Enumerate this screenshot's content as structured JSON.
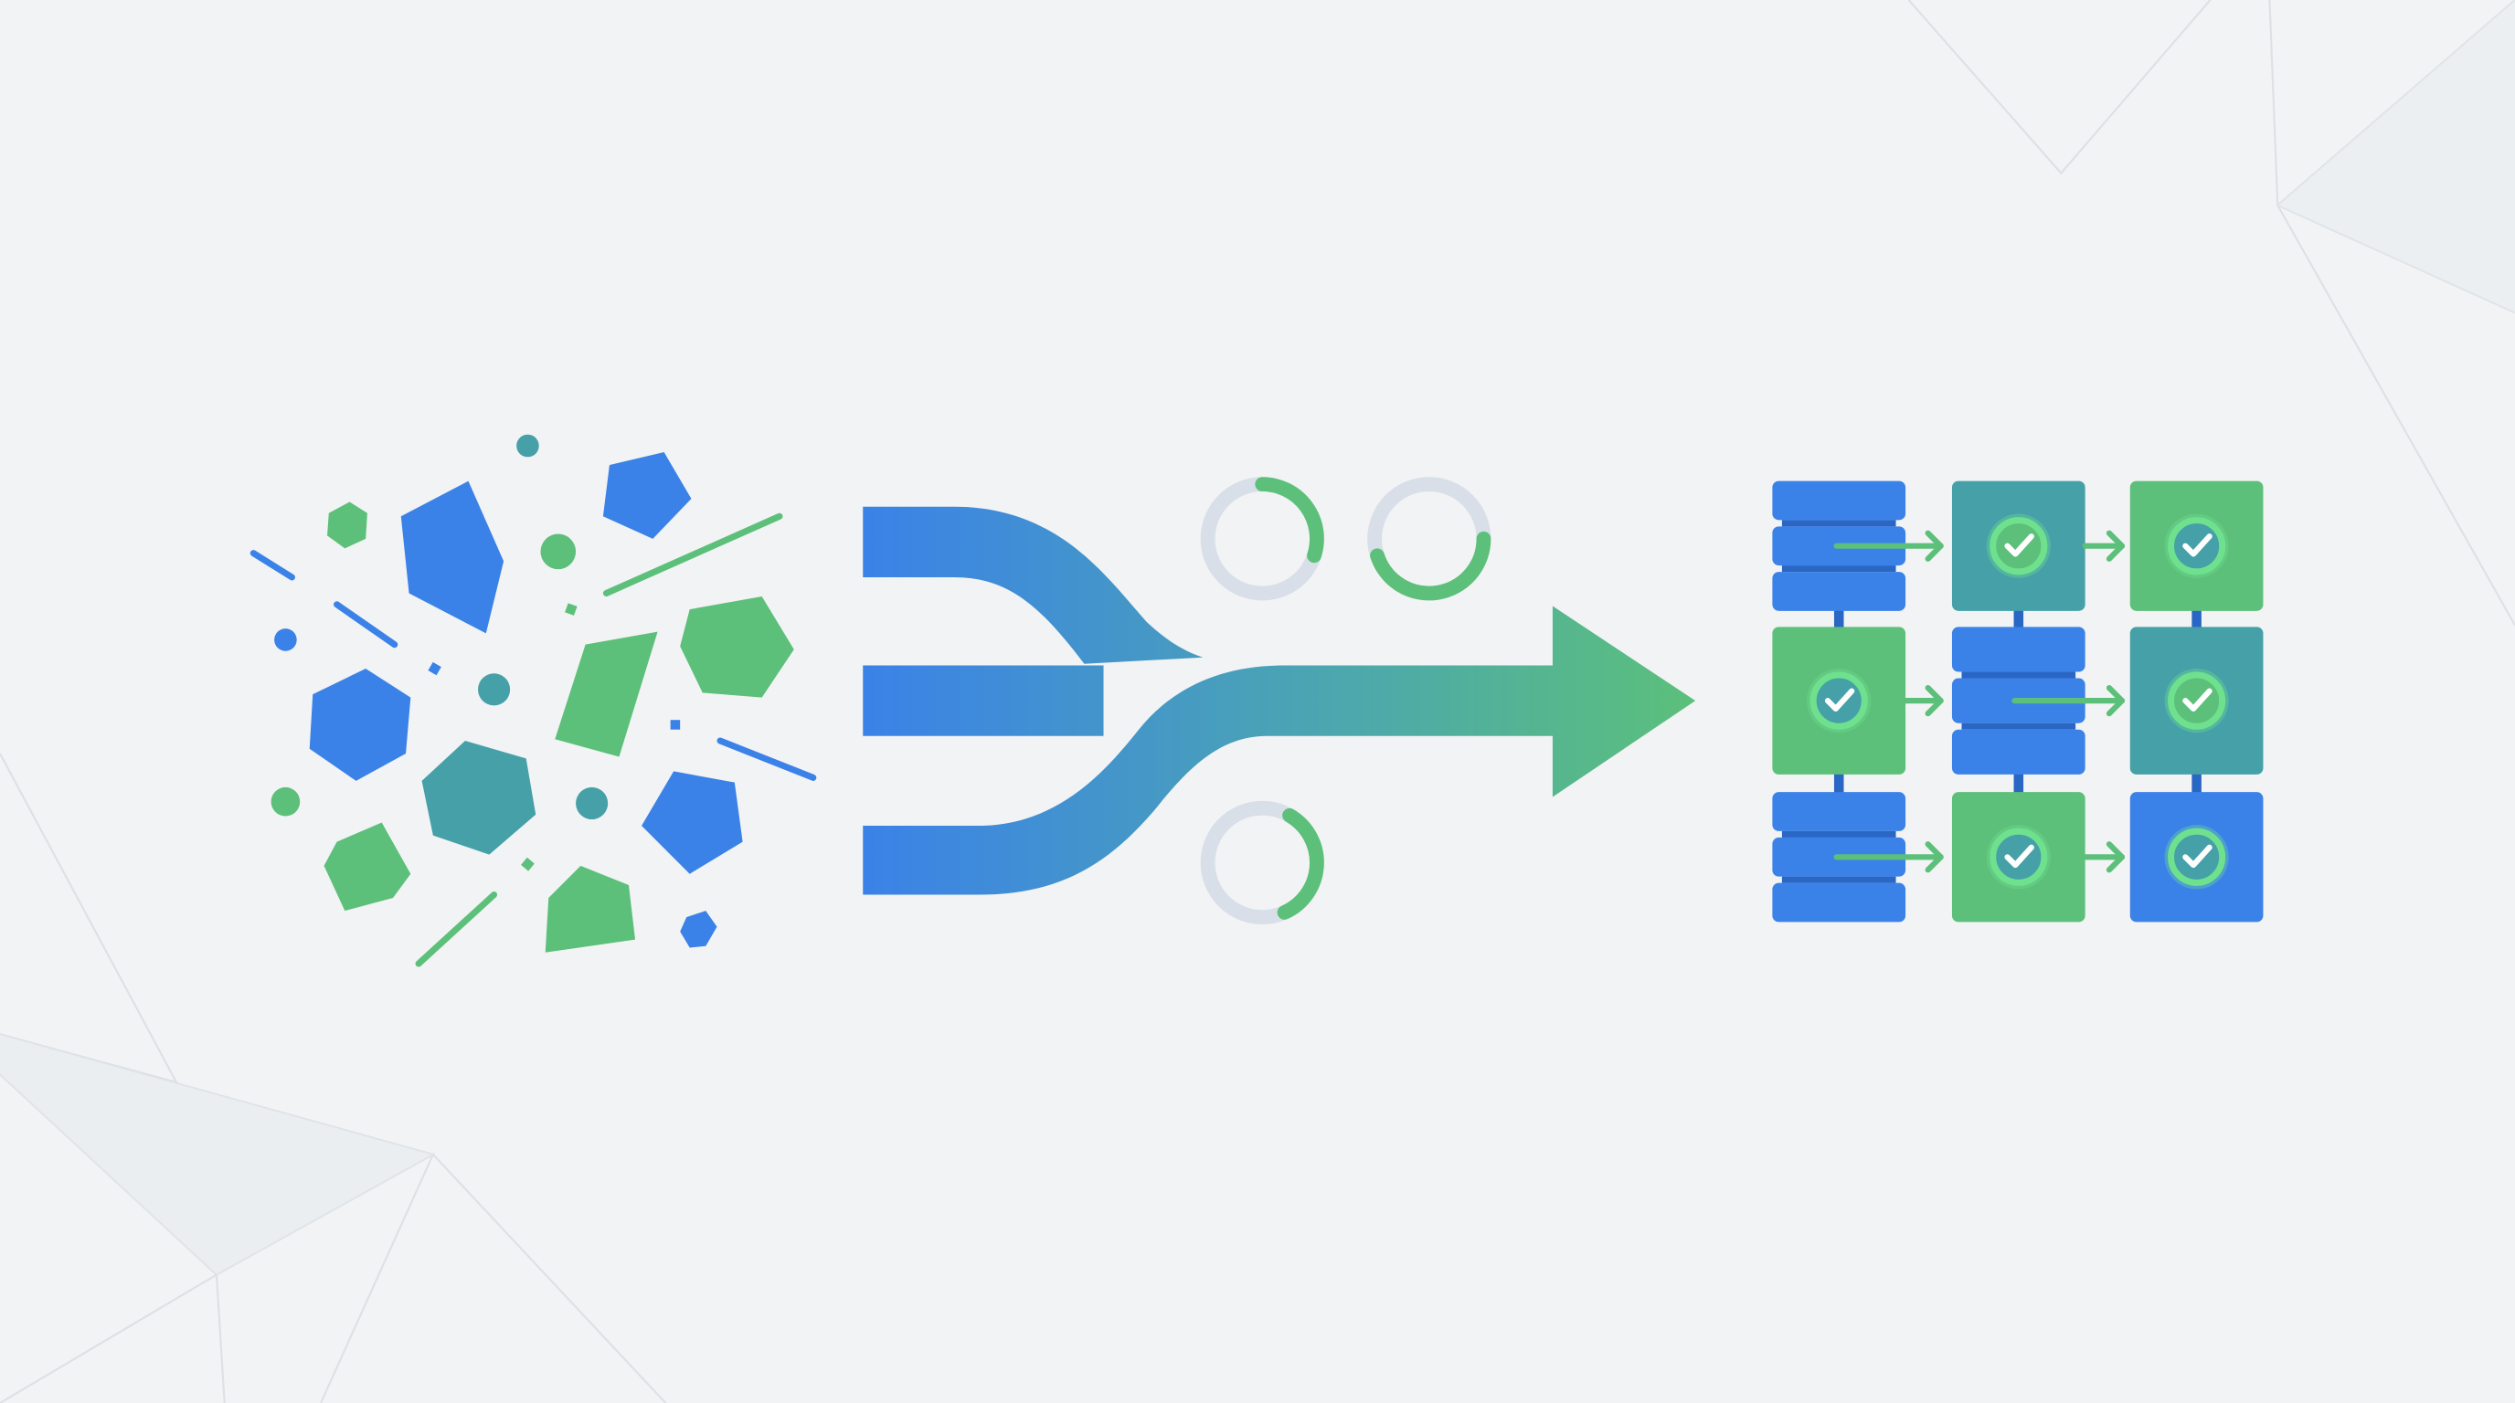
{
  "colors": {
    "background": "#f1f3f4",
    "blue": "#3b82e8",
    "green": "#5cc07a",
    "teal": "#45a0a8",
    "ring_track": "#d8dfe8",
    "check_ring": "#6fe08e"
  },
  "grid": {
    "tiles": [
      [
        "stack-blue",
        "check-teal",
        "check-green"
      ],
      [
        "check-green",
        "stack-blue",
        "check-teal"
      ],
      [
        "stack-blue",
        "check-green",
        "check-blue"
      ]
    ]
  },
  "progress_rings": [
    {
      "name": "ring-top-left",
      "fraction": 0.3
    },
    {
      "name": "ring-top-right",
      "fraction": 0.45
    },
    {
      "name": "ring-bottom",
      "fraction": 0.35
    }
  ]
}
